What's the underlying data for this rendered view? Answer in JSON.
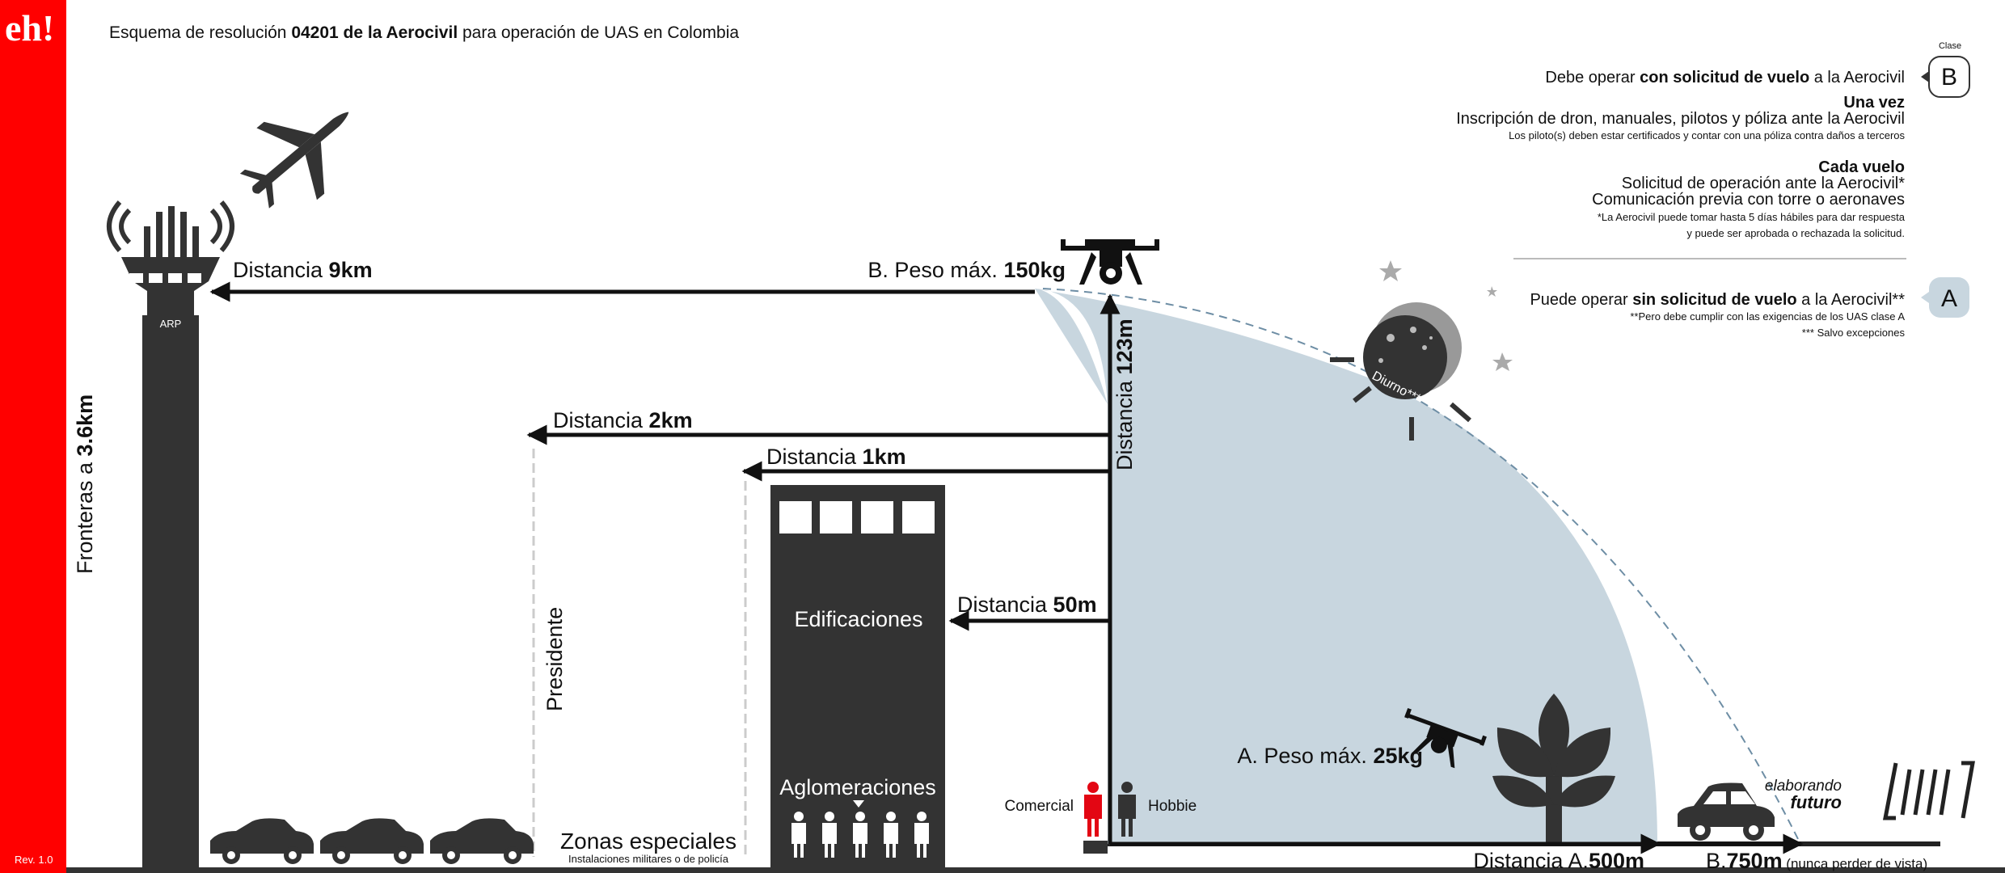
{
  "brand": {
    "logo": "eh!",
    "revision": "Rev. 1.0",
    "red": "#ff0000"
  },
  "title": {
    "prefix": "Esquema de resolución ",
    "bold": "04201 de la Aerocivil",
    "suffix": " para operación de UAS en Colombia"
  },
  "colors": {
    "dark": "#333333",
    "zone": "#c8d6df",
    "dashed": "#6e8ea5",
    "person_commercial": "#e30613"
  },
  "tower": {
    "label": "ARP"
  },
  "distances": {
    "tower": {
      "label": "Distancia ",
      "value": "9km"
    },
    "d2": {
      "label": "Distancia ",
      "value": "2km"
    },
    "d1": {
      "label": "Distancia ",
      "value": "1km"
    },
    "d50": {
      "label": "Distancia ",
      "value": "50m"
    },
    "height": {
      "label": "Distancia ",
      "value": "123m"
    },
    "borders": {
      "label": "Fronteras a ",
      "value": "3.6km"
    },
    "a_bottom": {
      "label": "Distancia A.",
      "value": "500m"
    },
    "b_bottom": {
      "label": "B.",
      "value": "750m",
      "note": " (nunca perder de vista)"
    }
  },
  "weights": {
    "b": {
      "label": "B. Peso máx. ",
      "value": "150kg"
    },
    "a": {
      "label": "A. Peso máx. ",
      "value": "25kg"
    }
  },
  "zones": {
    "president": "Presidente",
    "buildings": "Edificaciones",
    "crowds": "Aglomeraciones",
    "special": "Zonas especiales",
    "special_sub": "Instalaciones militares o de policía"
  },
  "people": {
    "commercial": "Comercial",
    "hobby": "Hobbie"
  },
  "daytime": "Diurno***",
  "class_b": {
    "header": "Clase",
    "letter": "B",
    "line1_pre": "Debe operar ",
    "line1_bold": "con solicitud de vuelo",
    "line1_post": " a la Aerocivil",
    "once_title": "Una vez",
    "once_line": "Inscripción de dron, manuales, pilotos y póliza ante la Aerocivil",
    "once_small": "Los piloto(s) deben estar certificados y contar con una póliza contra daños a terceros",
    "each_title": "Cada vuelo",
    "each_line1": "Solicitud de operación ante la Aerocivil*",
    "each_line2": "Comunicación previa con torre o aeronaves",
    "each_small1": "*La Aerocivil puede tomar hasta 5 días hábiles para dar respuesta",
    "each_small2": "y puede ser aprobada o rechazada la solicitud."
  },
  "class_a": {
    "letter": "A",
    "line1_pre": "Puede operar ",
    "line1_bold": "sin solicitud de vuelo",
    "line1_post": " a la Aerocivil**",
    "small1": "**Pero debe cumplir con las exigencias de los UAS clase A",
    "small2": "*** Salvo excepciones"
  },
  "footer_brand": {
    "line1": "elaborando",
    "line2": "futuro"
  }
}
